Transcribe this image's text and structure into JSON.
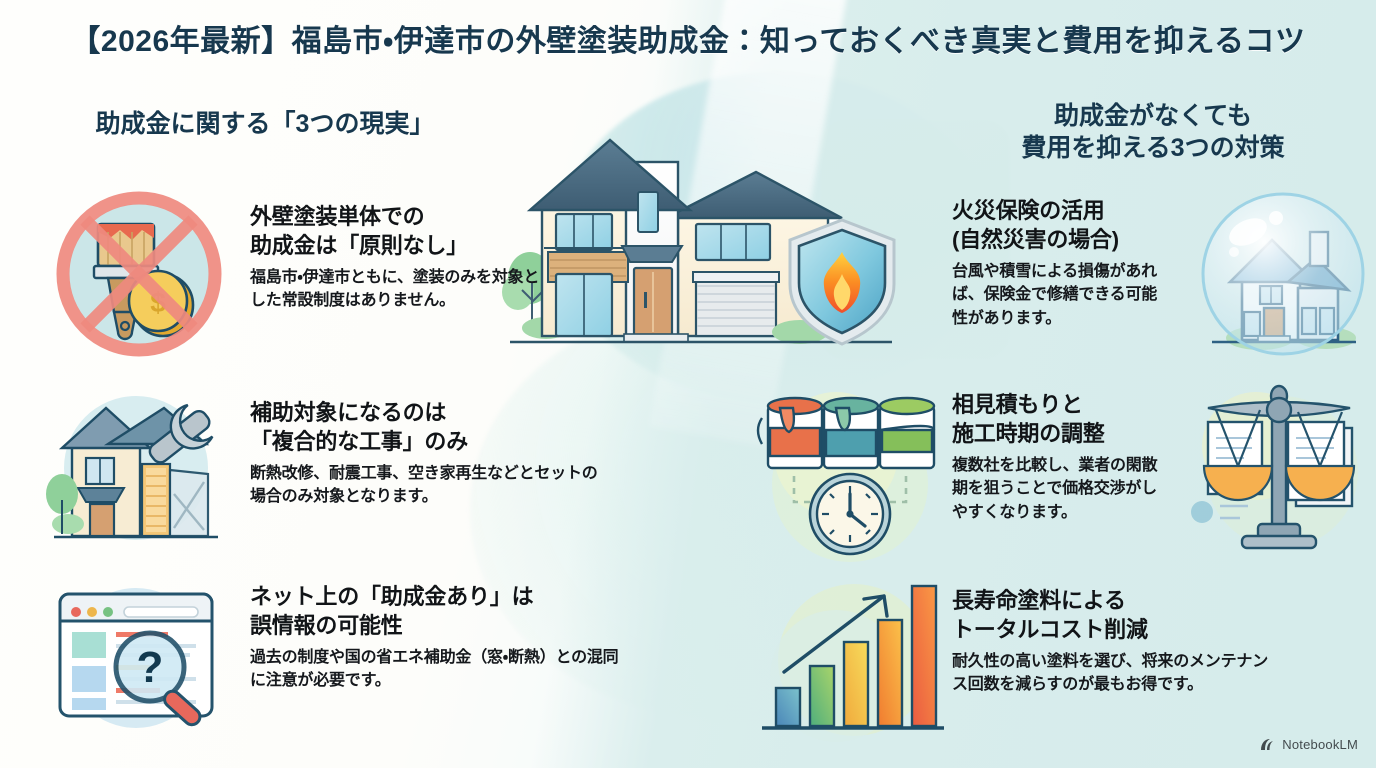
{
  "title": "【2026年最新】福島市・伊達市の外壁塗装助成金：知っておくべき真実と費用を抑えるコツ",
  "columns": {
    "left": {
      "heading": "助成金に関する「3つの現実」",
      "items": [
        {
          "icon": "no-paint-subsidy-icon",
          "title_line1": "外壁塗装単体での",
          "title_line2": "助成金は「原則なし」",
          "body": "福島市・伊達市ともに、塗装のみを対象とした常設制度はありません。"
        },
        {
          "icon": "house-wrench-insulation-icon",
          "title_line1": "補助対象になるのは",
          "title_line2": "「複合的な工事」のみ",
          "body": "断熱改修、耐震工事、空き家再生などとセットの場合のみ対象となります。"
        },
        {
          "icon": "browser-magnifier-question-icon",
          "title_line1": "ネット上の「助成金あり」は",
          "title_line2": "誤情報の可能性",
          "body": "過去の制度や国の省エネ補助金（窓・断熱）との混同に注意が必要です。"
        }
      ]
    },
    "right": {
      "heading_line1": "助成金がなくても",
      "heading_line2": "費用を抑える3つの対策",
      "items": [
        {
          "icon": "house-in-bubble-icon",
          "title_line1": "火災保険の活用",
          "title_line2": "(自然災害の場合)",
          "body": "台風や積雪による損傷があれば、保険金で修繕できる可能性があります。"
        },
        {
          "icon": "paint-cans-clock-icon",
          "title_line1": "相見積もりと",
          "title_line2": "施工時期の調整",
          "body": "複数社を比較し、業者の閑散期を狙うことで価格交渉がしやすくなります。"
        },
        {
          "icon": "rising-bar-chart-icon",
          "title_line1": "長寿命塗料による",
          "title_line2": "トータルコスト削減",
          "body": "耐久性の高い塗料を選び、将来のメンテナンス回数を減らすのが最もお得です。"
        }
      ]
    }
  },
  "center_illustration": {
    "name": "two-story-house-with-fire-shield",
    "elements": [
      "house",
      "garage",
      "balcony",
      "tree",
      "cloud",
      "fire-shield-badge"
    ]
  },
  "watermark": {
    "label": "NotebookLM",
    "icon": "notebooklm-logo-icon"
  },
  "colors": {
    "title_ink": "#17384e",
    "heading_ink": "#17384e",
    "body_ink": "#15181c",
    "bg_left": "#fdfdfa",
    "bg_right": "#d8eceb",
    "accent_red": "#e8635a",
    "accent_orange": "#f0913f",
    "accent_blue": "#3f7fa6",
    "accent_green": "#7cc48a"
  }
}
